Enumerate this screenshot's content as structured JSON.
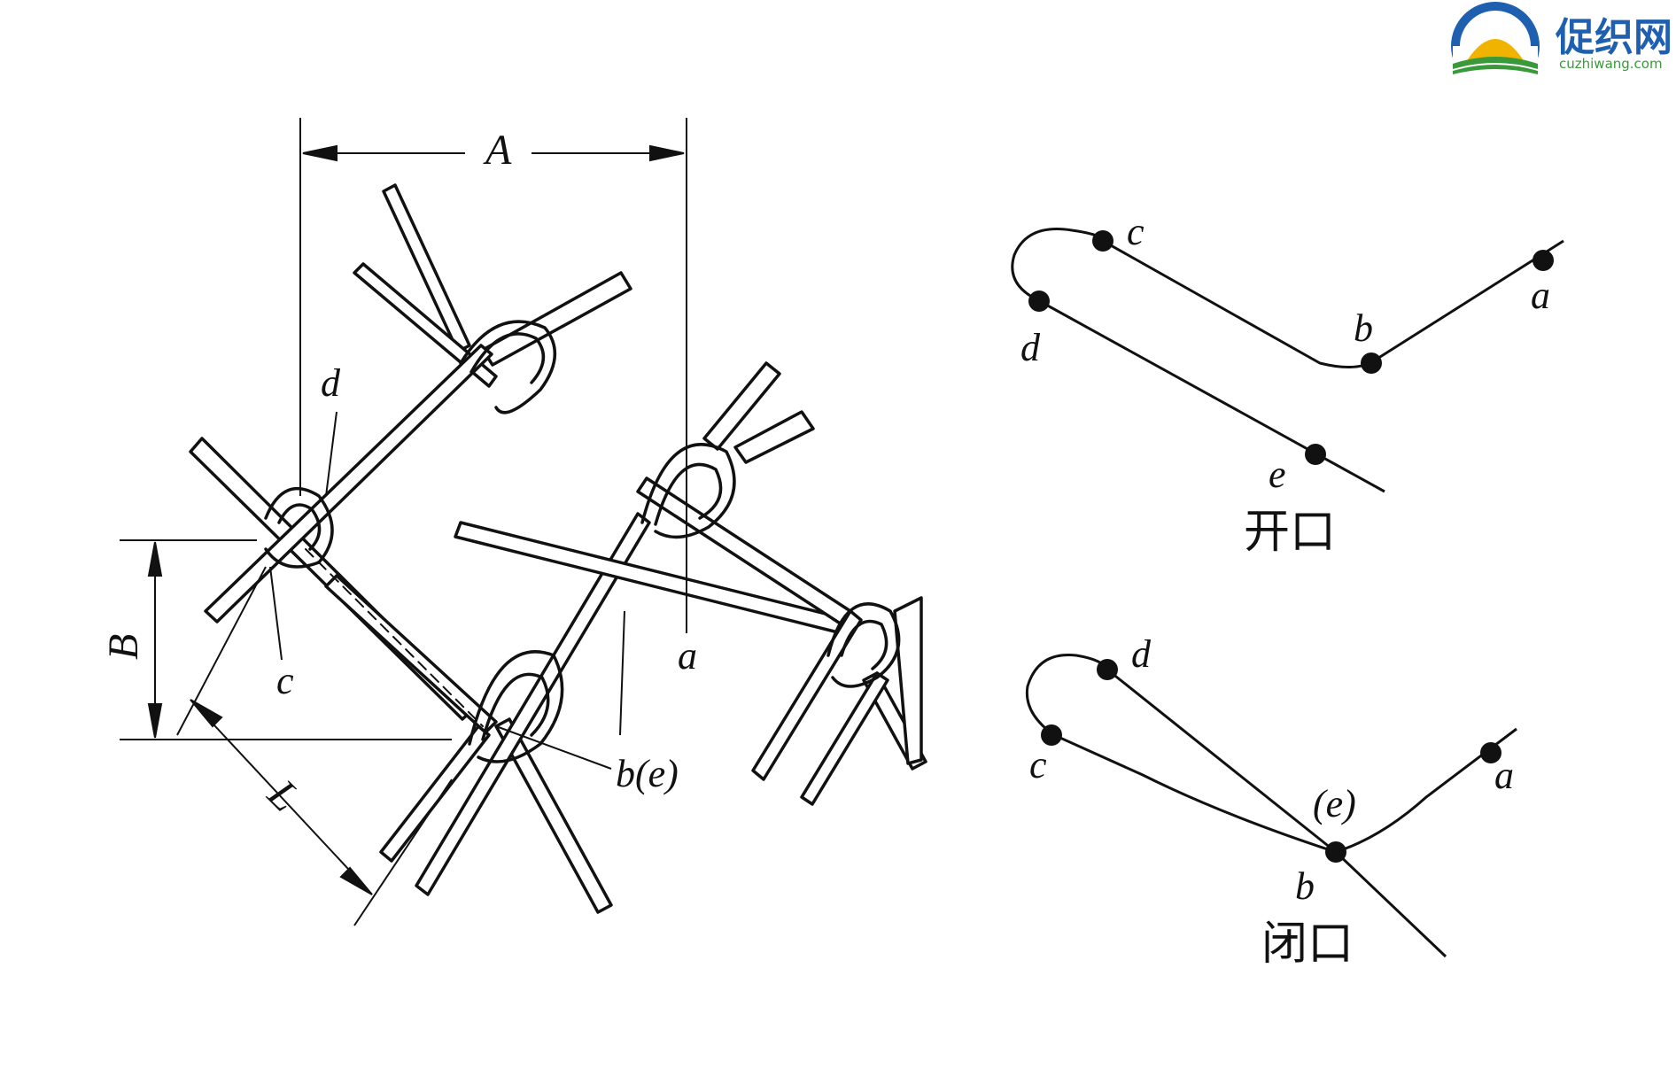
{
  "logo": {
    "name": "促织网",
    "url": "cuzhiwang.com",
    "colors": {
      "blue": "#1f5fb0",
      "gold": "#f0b400",
      "green": "#3a9a3a"
    }
  },
  "diagram": {
    "ink": "#111111",
    "dimension_labels": {
      "A": "A",
      "B": "B",
      "L": "L"
    },
    "stitch_point_labels": {
      "a": "a",
      "b_e": "b(e)",
      "c": "c",
      "d": "d"
    },
    "open_loop": {
      "caption": "开口",
      "points": {
        "a": "a",
        "b": "b",
        "c": "c",
        "d": "d",
        "e": "e"
      }
    },
    "closed_loop": {
      "caption": "闭口",
      "points": {
        "a": "a",
        "b": "b",
        "c": "c",
        "d": "d",
        "e": "(e)"
      }
    }
  }
}
